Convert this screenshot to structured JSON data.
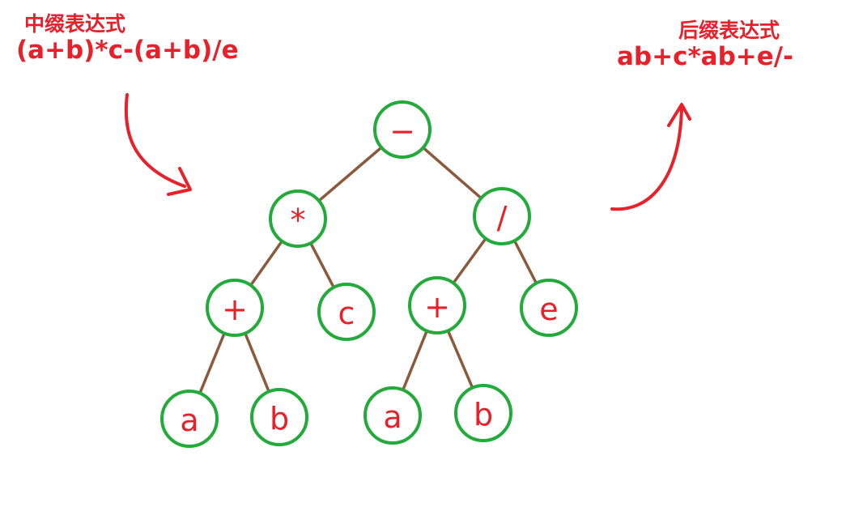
{
  "infix": {
    "heading": "中缀表达式",
    "expression": "(a+b)*c-(a+b)/e"
  },
  "postfix": {
    "heading": "后缀表达式",
    "expression": "ab+c*ab+e/-"
  },
  "tree": {
    "nodes": [
      {
        "id": "root",
        "label": "−"
      },
      {
        "id": "mul",
        "label": "*"
      },
      {
        "id": "div",
        "label": "/"
      },
      {
        "id": "plus-left",
        "label": "+"
      },
      {
        "id": "c",
        "label": "c"
      },
      {
        "id": "plus-right",
        "label": "+"
      },
      {
        "id": "e",
        "label": "e"
      },
      {
        "id": "a-left",
        "label": "a"
      },
      {
        "id": "b-left",
        "label": "b"
      },
      {
        "id": "a-right",
        "label": "a"
      },
      {
        "id": "b-right",
        "label": "b"
      }
    ],
    "edges": [
      [
        "root",
        "mul"
      ],
      [
        "root",
        "div"
      ],
      [
        "mul",
        "plus-left"
      ],
      [
        "mul",
        "c"
      ],
      [
        "div",
        "plus-right"
      ],
      [
        "div",
        "e"
      ],
      [
        "plus-left",
        "a-left"
      ],
      [
        "plus-left",
        "b-left"
      ],
      [
        "plus-right",
        "a-right"
      ],
      [
        "plus-right",
        "b-right"
      ]
    ]
  },
  "colors": {
    "text": "#e8202a",
    "node_stroke": "#22aa3a",
    "edge": "#8b5a3c"
  }
}
